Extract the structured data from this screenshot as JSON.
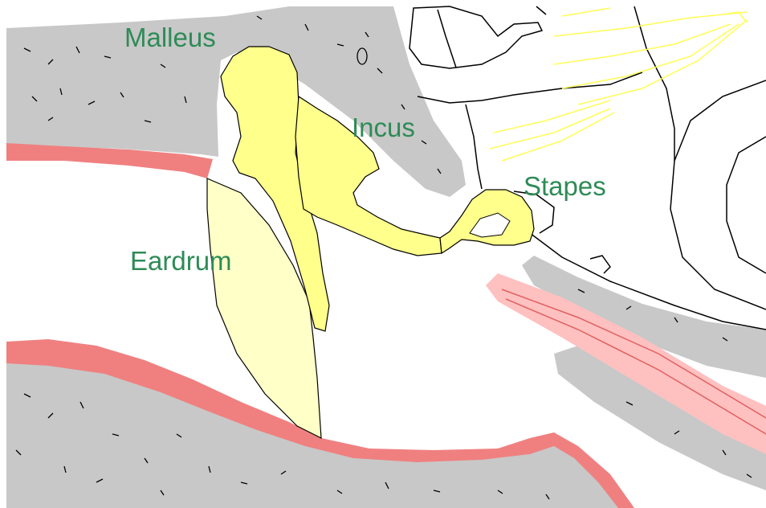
{
  "labels": {
    "malleus": "Malleus",
    "incus": "Incus",
    "stapes": "Stapes",
    "eardrum": "Eardrum"
  },
  "colors": {
    "label": "#2e8b57",
    "bone_gray": "#c8c8c8",
    "ossicle_yellow": "#ffff8c",
    "eardrum_yellow": "#ffffc8",
    "tissue_pink": "#f08080",
    "nerve_yellow": "#ffff55",
    "outline": "#000000"
  }
}
